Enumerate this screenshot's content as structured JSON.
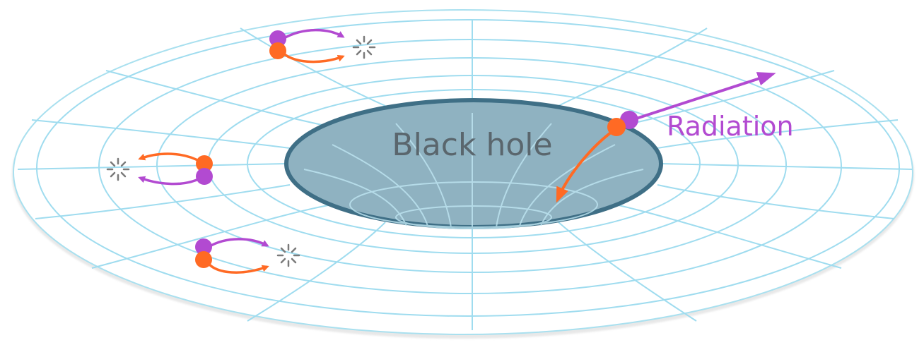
{
  "labels": {
    "black_hole": "Black hole",
    "radiation": "Radiation"
  },
  "colors": {
    "background": "#ffffff",
    "disk_fill": "#ffffff",
    "grid_line": "#9fdcef",
    "grid_outer": "#a9e0ef",
    "hole_fill": "#8fb2c1",
    "hole_stroke": "#3f6f86",
    "particle": "#ff6a24",
    "antiparticle": "#b24ad1",
    "spark": "#7a7a7a",
    "label_hole": "#5a666d",
    "label_radiation": "#b24ad1"
  },
  "icons": {
    "particle": "orange-circle",
    "antiparticle": "purple-circle",
    "annihilation": "sparkle-burst",
    "escape": "arrow"
  }
}
